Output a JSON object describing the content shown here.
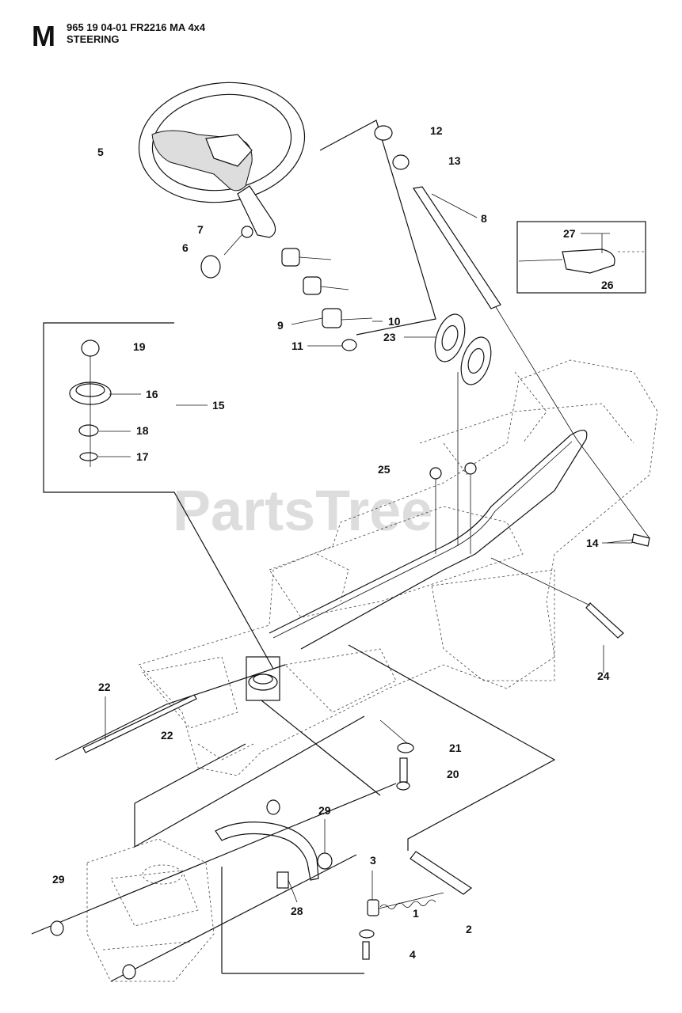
{
  "header": {
    "section_letter": "M",
    "model_code": "965 19 04-01 FR2216 MA 4x4",
    "title": "STEERING"
  },
  "watermark": "PartsTree",
  "callouts": [
    {
      "id": "c5",
      "label": "5"
    },
    {
      "id": "c7",
      "label": "7"
    },
    {
      "id": "c6",
      "label": "6"
    },
    {
      "id": "c12",
      "label": "12"
    },
    {
      "id": "c13",
      "label": "13"
    },
    {
      "id": "c8",
      "label": "8"
    },
    {
      "id": "c27",
      "label": "27"
    },
    {
      "id": "c26",
      "label": "26"
    },
    {
      "id": "c9",
      "label": "9"
    },
    {
      "id": "c10",
      "label": "10"
    },
    {
      "id": "c11",
      "label": "11"
    },
    {
      "id": "c19",
      "label": "19"
    },
    {
      "id": "c16",
      "label": "16"
    },
    {
      "id": "c15",
      "label": "15"
    },
    {
      "id": "c18",
      "label": "18"
    },
    {
      "id": "c17",
      "label": "17"
    },
    {
      "id": "c23",
      "label": "23"
    },
    {
      "id": "c25",
      "label": "25"
    },
    {
      "id": "c14",
      "label": "14"
    },
    {
      "id": "c24",
      "label": "24"
    },
    {
      "id": "c22a",
      "label": "22"
    },
    {
      "id": "c22b",
      "label": "22"
    },
    {
      "id": "c21",
      "label": "21"
    },
    {
      "id": "c20",
      "label": "20"
    },
    {
      "id": "c29a",
      "label": "29"
    },
    {
      "id": "c29b",
      "label": "29"
    },
    {
      "id": "c3",
      "label": "3"
    },
    {
      "id": "c28",
      "label": "28"
    },
    {
      "id": "c1",
      "label": "1"
    },
    {
      "id": "c2",
      "label": "2"
    },
    {
      "id": "c4",
      "label": "4"
    }
  ]
}
